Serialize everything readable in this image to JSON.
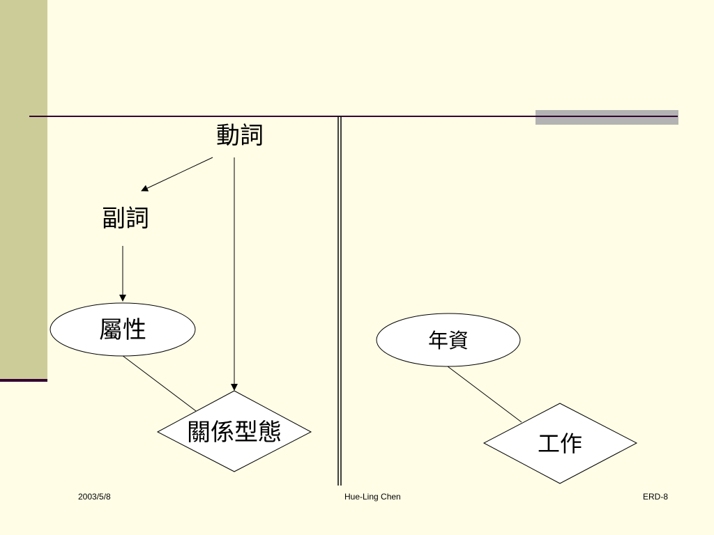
{
  "colors": {
    "background": "#fffde6",
    "side_bar": "#cccc99",
    "rule": "#330033",
    "accent_bar": "#b3b3b3"
  },
  "diagram": {
    "words": {
      "verb": "動詞",
      "adverb": "副詞"
    },
    "left_example": {
      "attribute": "屬性",
      "relationship": "關係型態"
    },
    "right_example": {
      "attribute": "年資",
      "relationship": "工作"
    }
  },
  "footer": {
    "date": "2003/5/8",
    "author": "Hue-Ling Chen",
    "page": "ERD-8"
  }
}
